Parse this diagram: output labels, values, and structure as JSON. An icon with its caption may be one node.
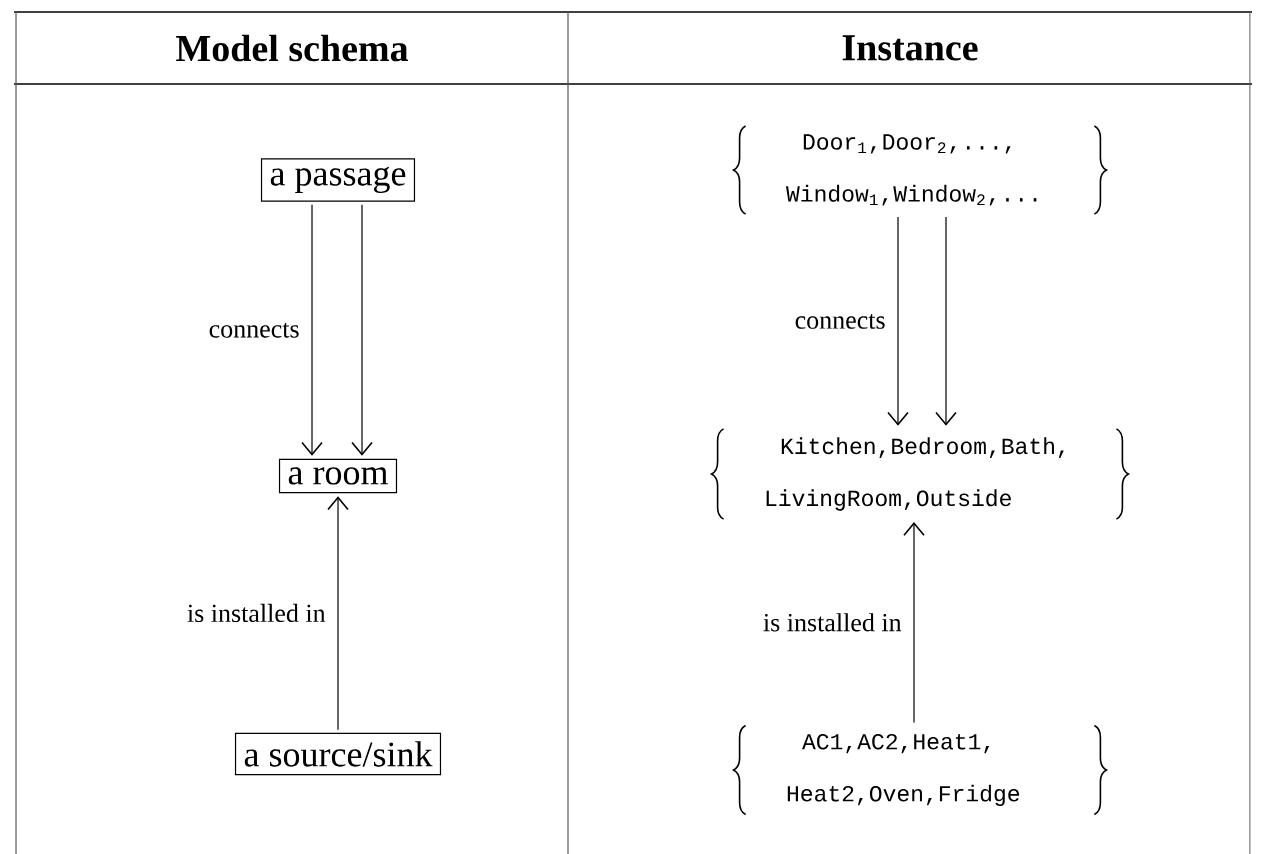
{
  "diagram": {
    "nodes": [
      {
        "text": [
          "a passage"
        ]
      },
      {
        "text": [
          "a room"
        ]
      },
      {
        "text": [
          "a source/sink"
        ]
      },
      {
        "text": [
          "Door$_{1}$,Door$_{2}$,..., Window$_{1}$,Window$_{2}$,..."
        ]
      },
      {
        "text": [
          "Kitchen,Bedroom,Bath, LivingRoom,Outside"
        ]
      },
      {
        "text": [
          "AC1,AC2,Heat1, Heat2,Oven,Fridge"
        ]
      }
    ],
    "edges": [
      {
        "from": 0,
        "to": 1,
        "arrow": "to",
        "label": "connects"
      },
      {
        "from": 0,
        "to": 1,
        "arrow": "to"
      },
      {
        "from": 2,
        "to": 1,
        "arrow": "to",
        "label": "is installed in"
      },
      {
        "from": 3,
        "to": 4,
        "arrow": "to",
        "label": "connects"
      },
      {
        "from": 3,
        "to": 4,
        "arrow": "to"
      },
      {
        "from": 5,
        "to": 4,
        "arrow": "to",
        "label": "is installed in"
      }
    ],
    "labels": [
      "Model schema",
      "Instance"
    ]
  }
}
